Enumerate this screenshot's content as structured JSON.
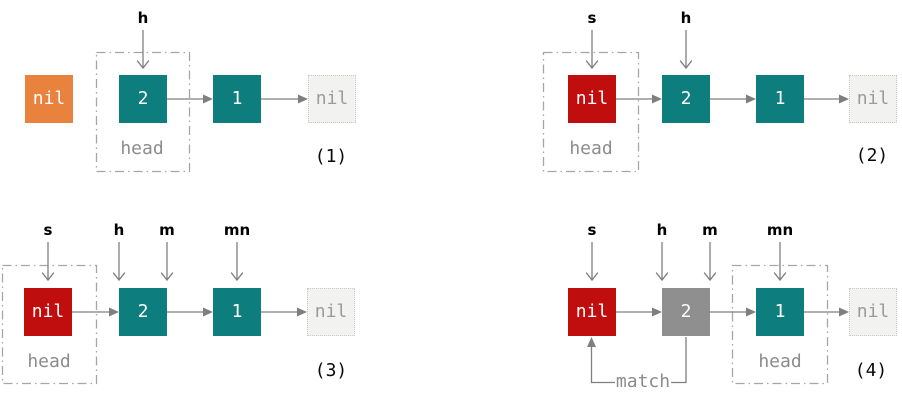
{
  "colors": {
    "node_orange": "#E8823D",
    "node_teal": "#0E7D7D",
    "node_red": "#C00D0D",
    "node_gray": "#8F8F8F",
    "nil_box_bg": "#F2F2F1",
    "nil_box_border": "#C9C9C9",
    "nil_box_text": "#9B9B9B",
    "arrow_gray": "#7F7F7F",
    "dashed_border_gray": "#A6A6A6",
    "muted_label_gray": "#8C8C8C",
    "pointer_label_black": "#000000",
    "node_text_white": "#FFFFFF"
  },
  "panels": [
    {
      "label": "(1)",
      "head_label": "head",
      "pointers": [
        "h"
      ],
      "nodes": [
        "nil",
        "2",
        "1",
        "nil"
      ]
    },
    {
      "label": "(2)",
      "head_label": "head",
      "pointers": [
        "s",
        "h"
      ],
      "nodes": [
        "nil",
        "2",
        "1",
        "nil"
      ]
    },
    {
      "label": "(3)",
      "head_label": "head",
      "pointers": [
        "s",
        "h",
        "m",
        "mn"
      ],
      "nodes": [
        "nil",
        "2",
        "1",
        "nil"
      ]
    },
    {
      "label": "(4)",
      "head_label": "head",
      "pointers": [
        "s",
        "h",
        "m",
        "mn"
      ],
      "nodes": [
        "nil",
        "2",
        "1",
        "nil"
      ],
      "match_label": "match"
    }
  ]
}
